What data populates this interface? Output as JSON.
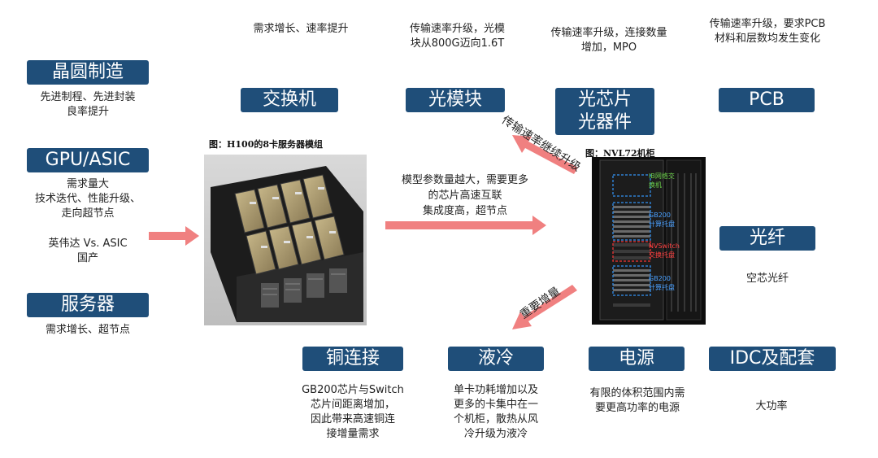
{
  "boxes": {
    "wafer": "晶圆制造",
    "gpu": "GPU/ASIC",
    "server": "服务器",
    "switch": "交换机",
    "optical_module": "光模块",
    "optical_chip": "光芯片\n光器件",
    "pcb": "PCB",
    "fiber": "光纤",
    "copper": "铜连接",
    "liquid_cooling": "液冷",
    "power": "电源",
    "idc": "IDC及配套"
  },
  "notes": {
    "wafer": "先进制程、先进封装\n良率提升",
    "gpu": "需求量大\n技术迭代、性能升级、\n走向超节点",
    "gpu_vs": "英伟达 Vs. ASIC\n国产",
    "server": "需求增长、超节点",
    "switch": "需求增长、速率提升",
    "optical_module": "传输速率升级，光模\n块从800G迈向1.6T",
    "optical_chip": "传输速率升级，连接数量\n增加，MPO",
    "pcb": "传输速率升级，要求PCB\n材料和层数均发生变化",
    "fiber": "空芯光纤",
    "copper": "GB200芯片与Switch\n芯片间距离增加，\n因此带来高速铜连\n接增量需求",
    "liquid_cooling": "单卡功耗增加以及\n更多的卡集中在一\n个机柜，散热从风\n冷升级为液冷",
    "power": "有限的体积范围内需\n要更高功率的电源",
    "idc": "大功率"
  },
  "captions": {
    "h100": "图：H100的8卡服务器模组",
    "nvl72": "图：NVL72机柜"
  },
  "arrows": {
    "middle": "模型参数量越大，需要更多\n的芯片高速互联\n集成度高，超节点",
    "up_right": "传输速率继续升级",
    "down_left": "重要增量"
  },
  "rack_labels": {
    "ib_switch": "IB网络交\n换机",
    "gb200_top": "GB200\n计算托盘",
    "nvswitch": "NVSwitch\n交换托盘",
    "gb200_bottom": "GB200\n计算托盘"
  },
  "colors": {
    "box_blue": "#1f4e79",
    "arrow_pink": "#f08080"
  }
}
